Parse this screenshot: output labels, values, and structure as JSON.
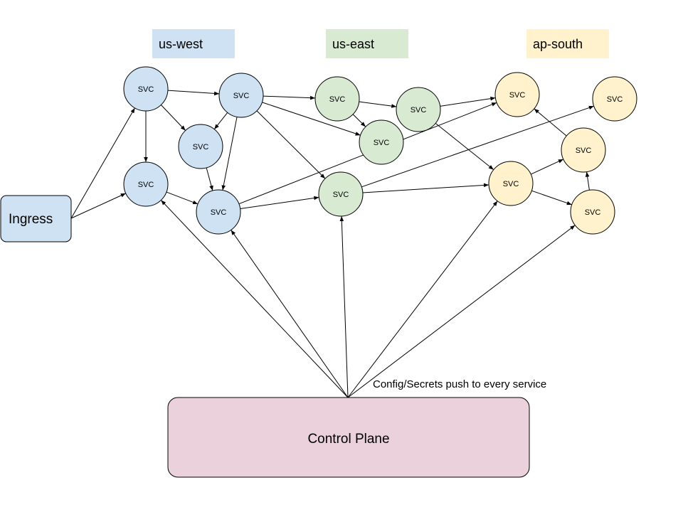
{
  "regions": [
    {
      "id": "us-west",
      "label": "us-west",
      "color": "#cfe2f3"
    },
    {
      "id": "us-east",
      "label": "us-east",
      "color": "#d9ead3"
    },
    {
      "id": "ap-south",
      "label": "ap-south",
      "color": "#fff2cc"
    }
  ],
  "colors": {
    "node_stroke": "#000000",
    "edge": "#000000",
    "ingress_fill": "#cfe2f3",
    "control_plane_fill": "#ead1dc"
  },
  "ingress": {
    "label": "Ingress"
  },
  "control_plane": {
    "label": "Control Plane"
  },
  "control_plane_note": "Config/Secrets push to every service",
  "service_label": "SVC",
  "services": [
    {
      "id": "w1",
      "region": "us-west"
    },
    {
      "id": "w2",
      "region": "us-west"
    },
    {
      "id": "w3",
      "region": "us-west"
    },
    {
      "id": "w4",
      "region": "us-west"
    },
    {
      "id": "w5",
      "region": "us-west"
    },
    {
      "id": "e1",
      "region": "us-east"
    },
    {
      "id": "e2",
      "region": "us-east"
    },
    {
      "id": "e3",
      "region": "us-east"
    },
    {
      "id": "e4",
      "region": "us-east"
    },
    {
      "id": "a1",
      "region": "ap-south"
    },
    {
      "id": "a2",
      "region": "ap-south"
    },
    {
      "id": "a3",
      "region": "ap-south"
    },
    {
      "id": "a4",
      "region": "ap-south"
    },
    {
      "id": "a5",
      "region": "ap-south"
    }
  ],
  "edges": [
    [
      "ingress",
      "w1"
    ],
    [
      "ingress",
      "w4"
    ],
    [
      "w1",
      "w2"
    ],
    [
      "w1",
      "w3"
    ],
    [
      "w1",
      "w4"
    ],
    [
      "w2",
      "w3"
    ],
    [
      "w2",
      "w5"
    ],
    [
      "w2",
      "e1"
    ],
    [
      "w2",
      "e3"
    ],
    [
      "w2",
      "e4"
    ],
    [
      "w3",
      "w5"
    ],
    [
      "w4",
      "w5"
    ],
    [
      "w5",
      "e4"
    ],
    [
      "w5",
      "a1"
    ],
    [
      "e1",
      "e2"
    ],
    [
      "e1",
      "e3"
    ],
    [
      "e2",
      "a1"
    ],
    [
      "e2",
      "a3"
    ],
    [
      "e4",
      "a2"
    ],
    [
      "e4",
      "a3"
    ],
    [
      "a3",
      "a4"
    ],
    [
      "a3",
      "a5"
    ],
    [
      "a4",
      "a1"
    ],
    [
      "a5",
      "a4"
    ],
    [
      "control",
      "w4"
    ],
    [
      "control",
      "w5"
    ],
    [
      "control",
      "e4"
    ],
    [
      "control",
      "a3"
    ],
    [
      "control",
      "a5"
    ]
  ]
}
